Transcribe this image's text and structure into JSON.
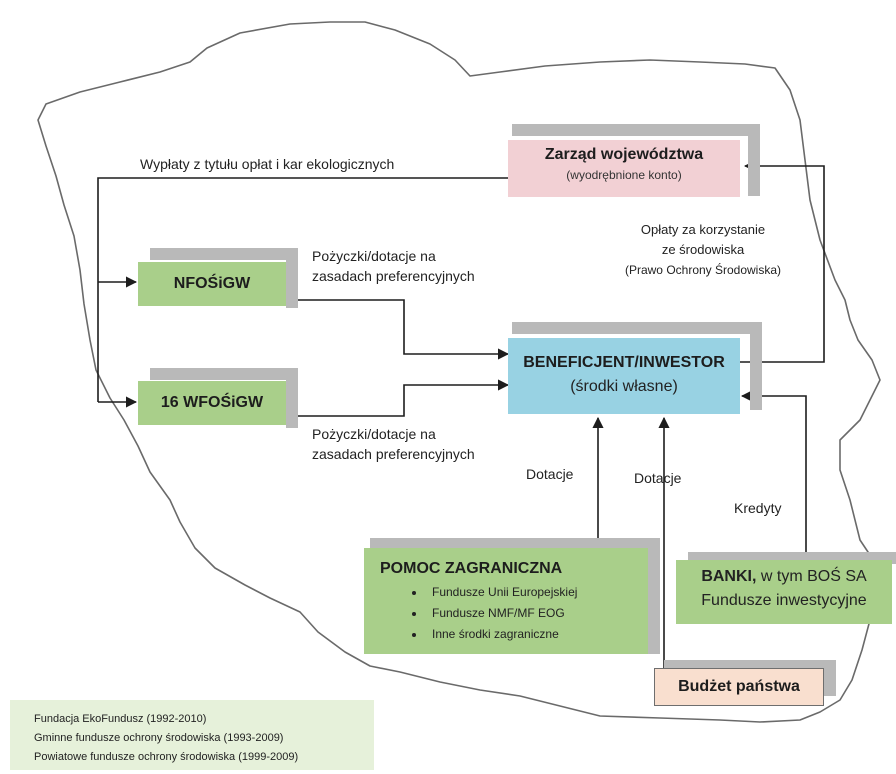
{
  "boxes": {
    "zarzad": {
      "title": "Zarząd województwa",
      "subtitle": "(wyodrębnione konto)"
    },
    "nfos": {
      "title": "NFOŚiGW"
    },
    "wfos": {
      "title": "16 WFOŚiGW"
    },
    "beneficjent": {
      "title": "BENEFICJENT/INWESTOR",
      "subtitle": "(środki własne)"
    },
    "pomoc": {
      "title": "POMOC ZAGRANICZNA",
      "items": [
        "Fundusze Unii Europejskiej",
        "Fundusze NMF/MF EOG",
        "Inne środki zagraniczne"
      ]
    },
    "banki": {
      "title_bold": "BANKI,",
      "title_rest": " w tym BOŚ SA",
      "subtitle": "Fundusze inwestycyjne"
    },
    "budzet": {
      "title": "Budżet państwa"
    },
    "historic": {
      "lines": [
        "Fundacja EkoFundusz (1992-2010)",
        "Gminne fundusze ochrony środowiska (1993-2009)",
        "Powiatowe fundusze ochrony środowiska (1999-2009)"
      ]
    }
  },
  "labels": {
    "wyplaty": "Wypłaty z tytułu opłat i kar ekologicznych",
    "oplaty_line1": "Opłaty za korzystanie",
    "oplaty_line2": "ze środowiska",
    "oplaty_line3": "(Prawo Ochrony Środowiska)",
    "pozyczki_top_line1": "Pożyczki/dotacje na",
    "pozyczki_top_line2": "zasadach preferencyjnych",
    "pozyczki_bottom_line1": "Pożyczki/dotacje na",
    "pozyczki_bottom_line2": "zasadach preferencyjnych",
    "dotacje_left": "Dotacje",
    "dotacje_right": "Dotacje",
    "kredyty": "Kredyty"
  },
  "colors": {
    "green": "#a9cf8a",
    "pink": "#f2d0d4",
    "blue": "#98d2e3",
    "peach": "#f9dfcf",
    "light_green": "#e6f1da",
    "shadow": "#b9b9b9",
    "outline": "#555555"
  }
}
